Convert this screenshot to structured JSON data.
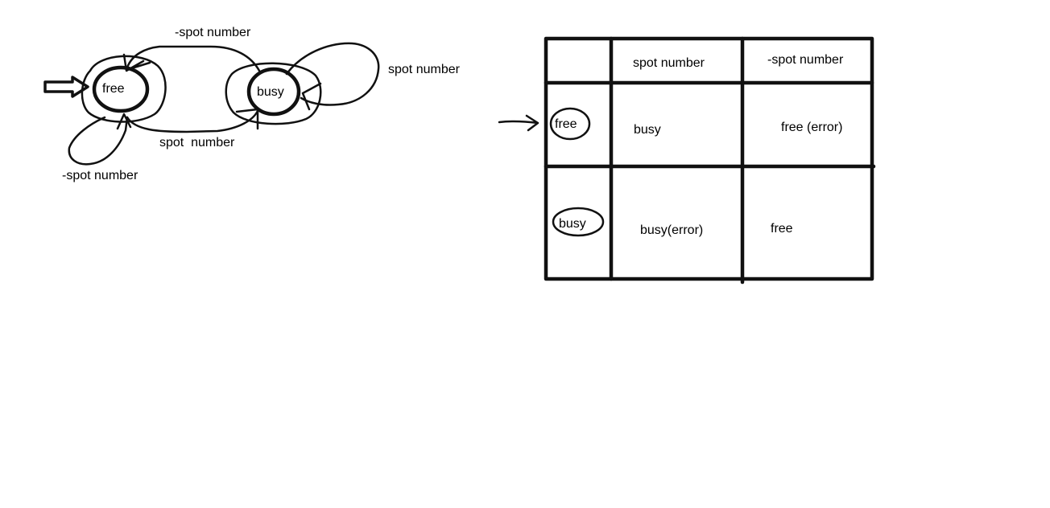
{
  "state_diagram": {
    "states": {
      "free": "free",
      "busy": "busy"
    },
    "transitions": {
      "busy_to_free_top": "-spot number",
      "free_to_busy_bottom": "spot  number",
      "busy_self_loop": "spot number",
      "free_self_loop": "-spot number"
    }
  },
  "transition_table": {
    "columns": [
      "",
      "spot number",
      "-spot number"
    ],
    "rows": [
      {
        "state": "free",
        "cells": [
          "busy",
          "free (error)"
        ]
      },
      {
        "state": "busy",
        "cells": [
          "busy(error)",
          "free"
        ]
      }
    ]
  }
}
